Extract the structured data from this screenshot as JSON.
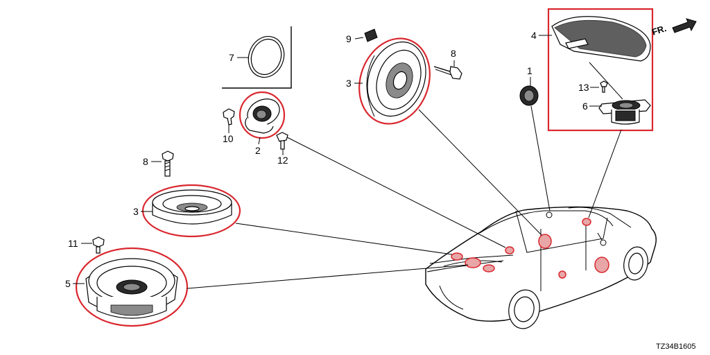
{
  "diagram": {
    "code": "TZ34B1605",
    "direction_label": "FR.",
    "callouts": {
      "c1": "1",
      "c2": "2",
      "c3a": "3",
      "c3b": "3",
      "c4": "4",
      "c5": "5",
      "c6": "6",
      "c7": "7",
      "c8a": "8",
      "c8b": "8",
      "c9": "9",
      "c10": "10",
      "c11": "11",
      "c12": "12",
      "c13": "13"
    }
  },
  "colors": {
    "highlight": "#d9272e",
    "location_fill": "#e8a6a6",
    "line": "#000000",
    "background": "#ffffff"
  }
}
